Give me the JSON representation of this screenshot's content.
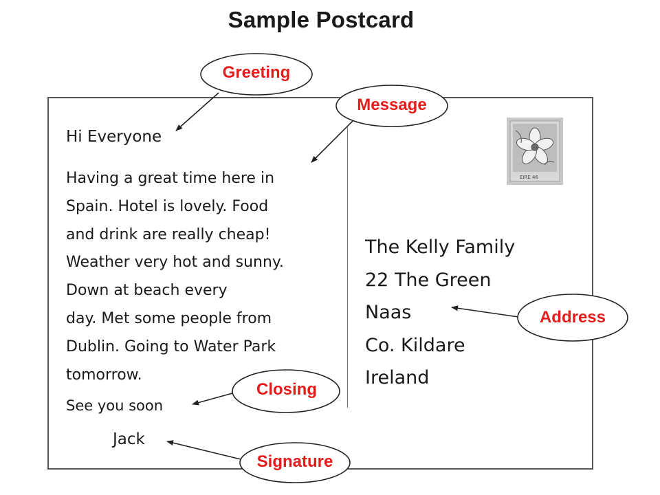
{
  "title": "Sample Postcard",
  "postcard": {
    "greeting": "Hi Everyone",
    "message_lines": [
      "Having a great time here in",
      "Spain.  Hotel is lovely. Food",
      "and drink are really cheap!",
      "Weather very hot and sunny.",
      "Down at beach every",
      "day. Met some people from",
      "Dublin.  Going to Water Park",
      "tomorrow."
    ],
    "closing": "See you soon",
    "signature": "Jack",
    "address_lines": [
      "The Kelly Family",
      "22 The Green",
      "Naas",
      "Co. Kildare",
      "Ireland"
    ],
    "stamp": {
      "icon": "flower-stamp-icon",
      "text": "EIRE 46"
    }
  },
  "callouts": {
    "greeting": "Greeting",
    "message": "Message",
    "closing": "Closing",
    "signature": "Signature",
    "address": "Address"
  },
  "colors": {
    "callout_text": "#e41c1c",
    "ink": "#1a1a1a",
    "border": "#555555"
  }
}
